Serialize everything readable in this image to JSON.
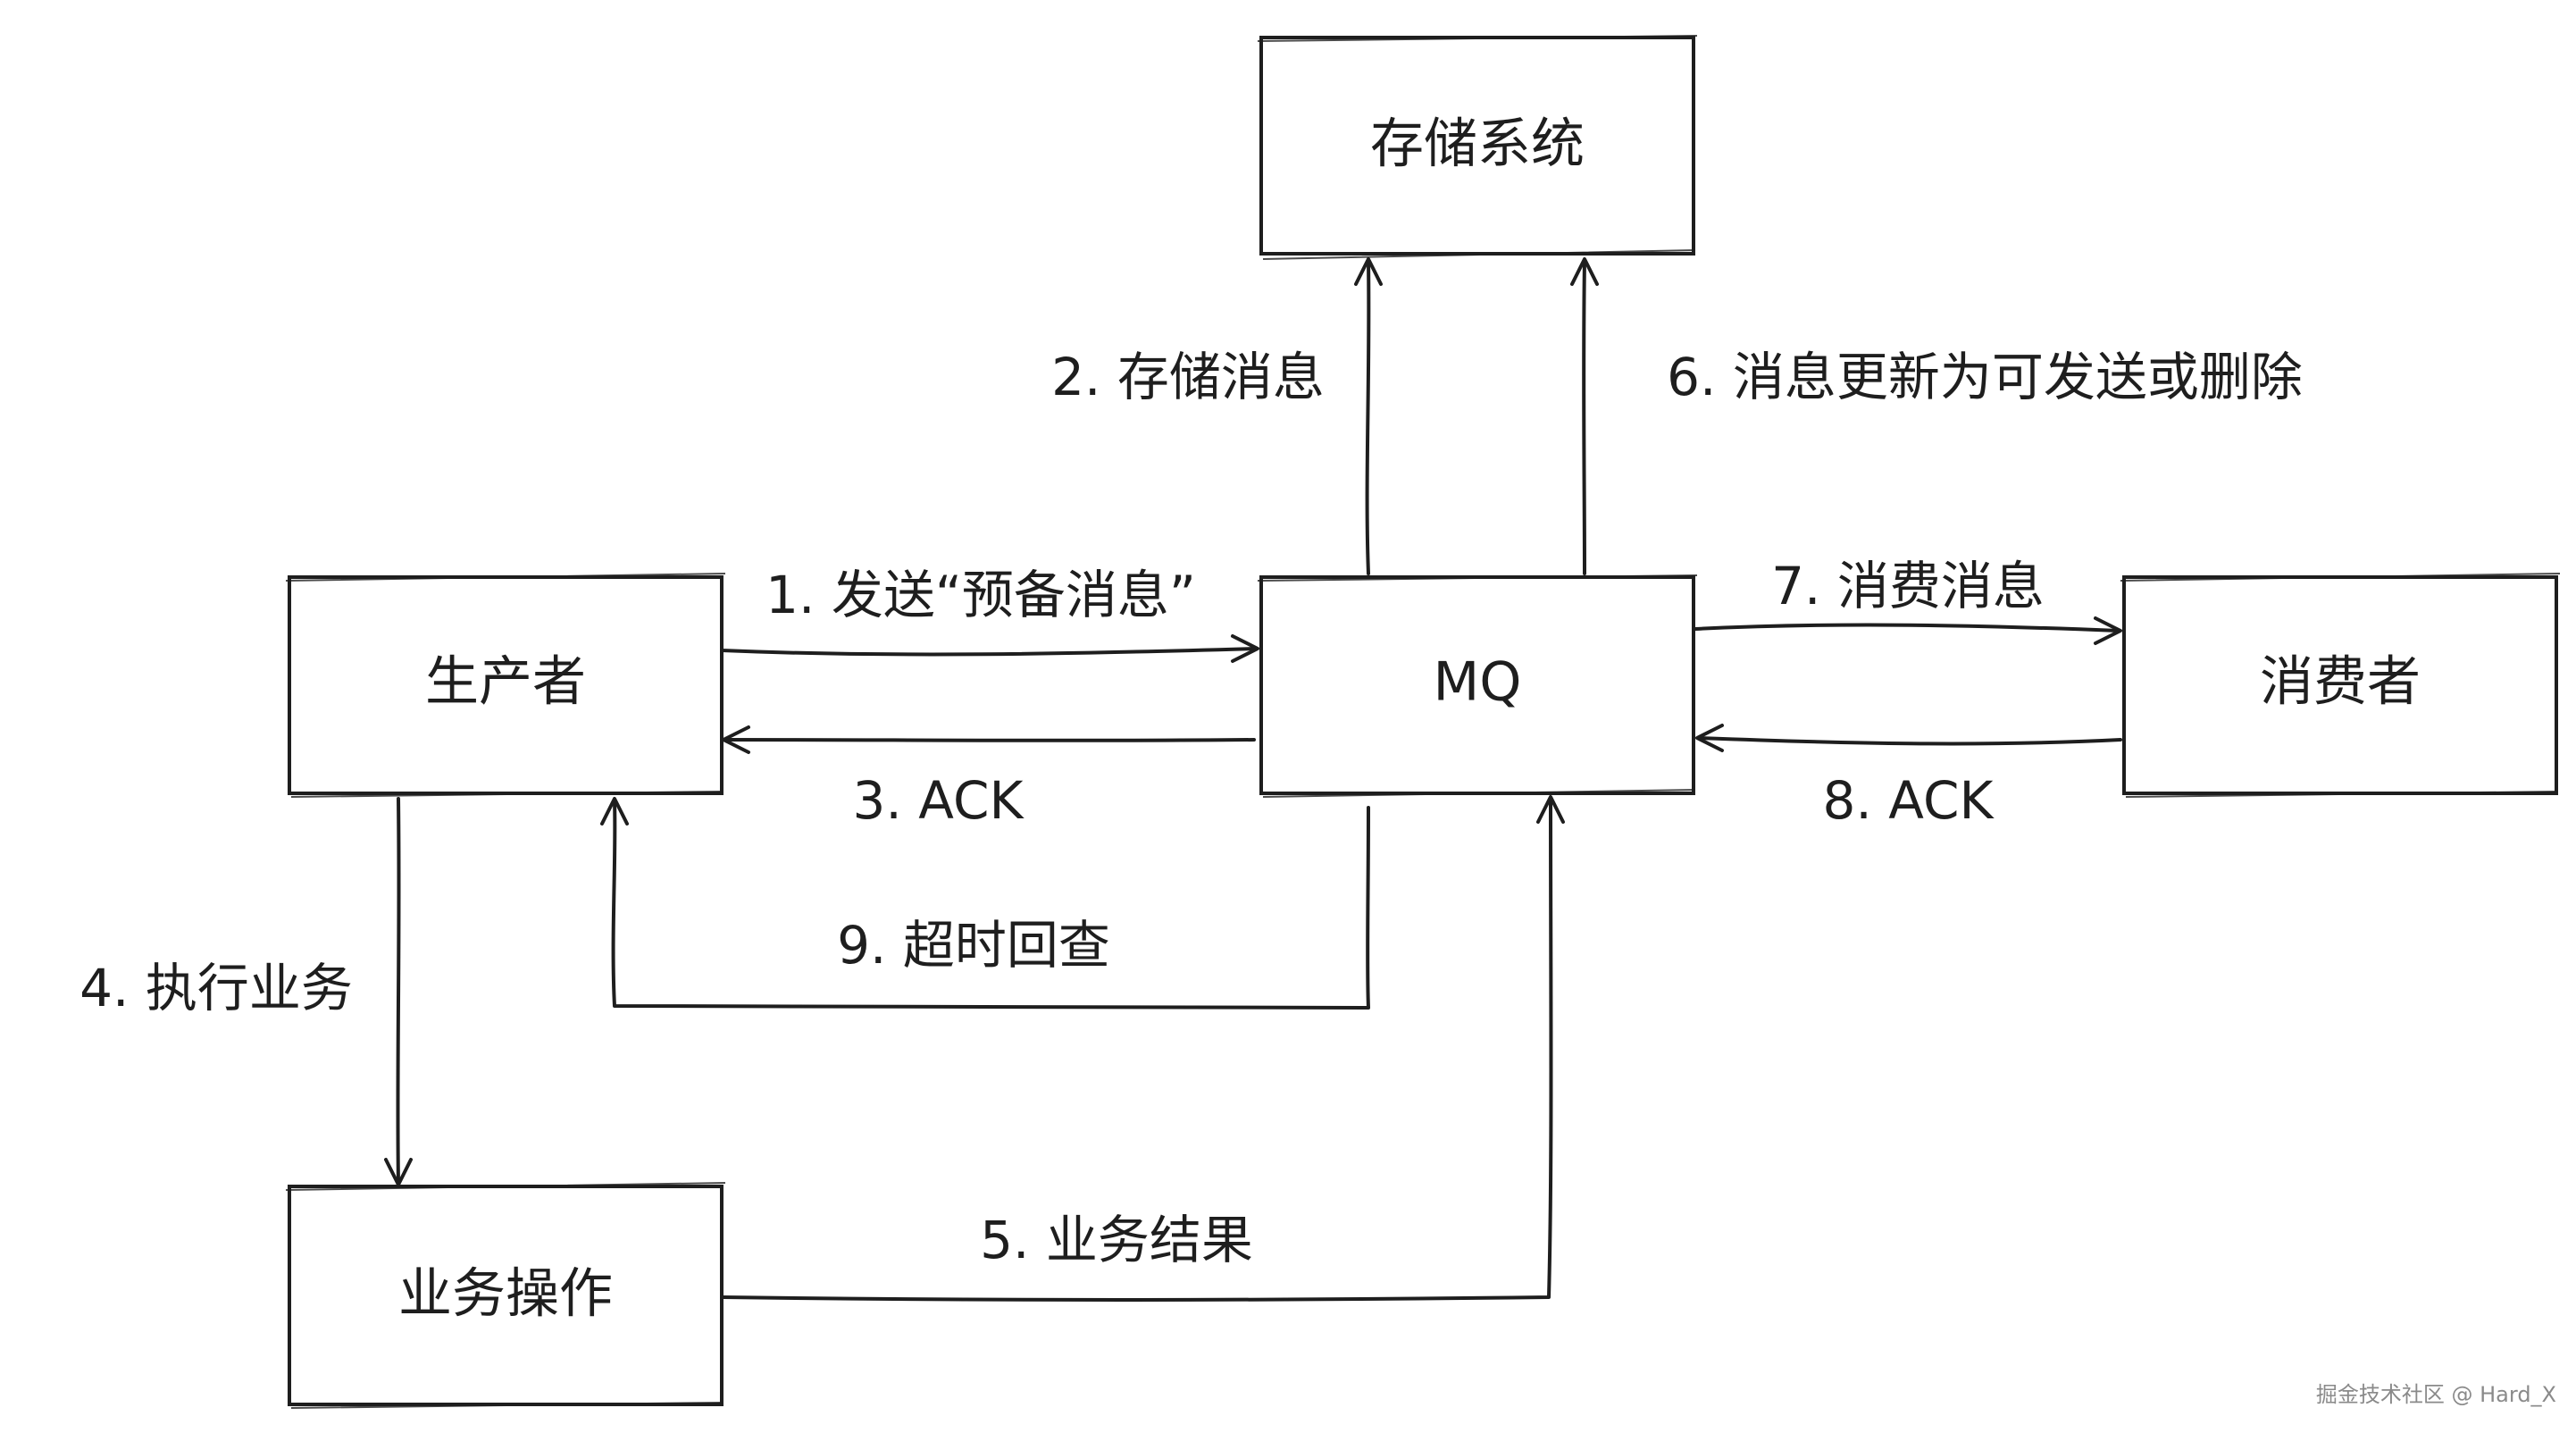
{
  "nodes": {
    "storage": "存储系统",
    "producer": "生产者",
    "mq": "MQ",
    "consumer": "消费者",
    "business": "业务操作"
  },
  "edges": {
    "step1": "1. 发送“预备消息”",
    "step2": "2. 存储消息",
    "step3": "3. ACK",
    "step4": "4. 执行业务",
    "step5": "5. 业务结果",
    "step6": "6. 消息更新为可发送或删除",
    "step7": "7. 消费消息",
    "step8": "8. ACK",
    "step9": "9. 超时回查"
  },
  "watermark": "掘金技术社区 @ Hard_X"
}
